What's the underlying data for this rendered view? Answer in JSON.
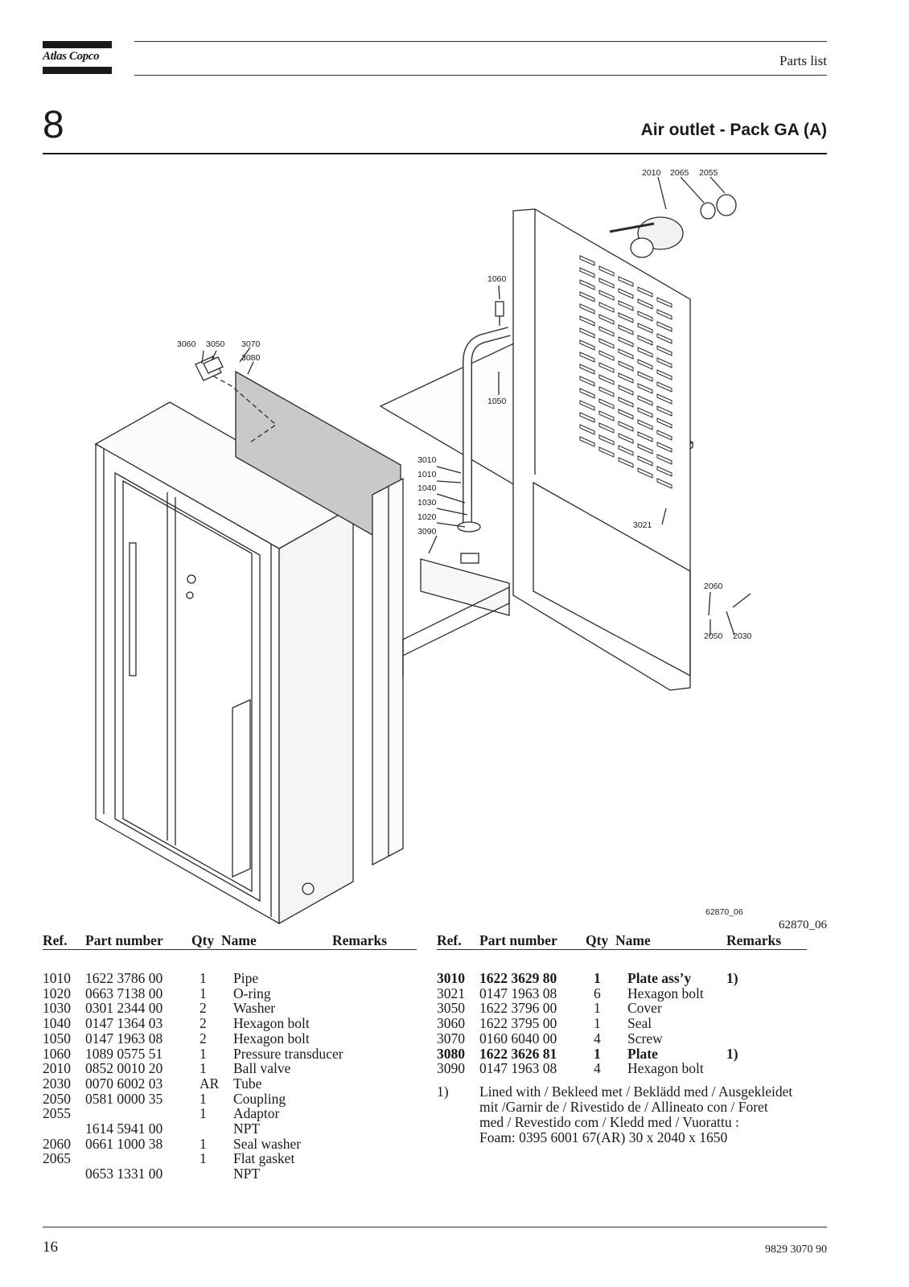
{
  "header": {
    "brand": "Atlas Copco",
    "section_label": "Parts list"
  },
  "section": {
    "number": "8",
    "title": "Air outlet - Pack GA (A)"
  },
  "drawing": {
    "callouts": [
      "2010",
      "2065",
      "2055",
      "1060",
      "3060",
      "3050",
      "3070",
      "3080",
      "1050",
      "3010",
      "1010",
      "1040",
      "1030",
      "1020",
      "3090",
      "3021",
      "2060",
      "2050",
      "2030"
    ],
    "figure_ref_small": "62870_06",
    "figure_ref": "62870_06"
  },
  "table_headers": {
    "ref": "Ref.",
    "part_number": "Part number",
    "qty": "Qty",
    "name": "Name",
    "remarks": "Remarks"
  },
  "parts_left": [
    {
      "ref": "1010",
      "part": "1622 3786 00",
      "qty": "1",
      "name": "Pipe",
      "remarks": ""
    },
    {
      "ref": "1020",
      "part": "0663 7138 00",
      "qty": "1",
      "name": "O-ring",
      "remarks": ""
    },
    {
      "ref": "1030",
      "part": "0301 2344 00",
      "qty": "2",
      "name": "Washer",
      "remarks": ""
    },
    {
      "ref": "1040",
      "part": "0147 1364 03",
      "qty": "2",
      "name": "Hexagon bolt",
      "remarks": ""
    },
    {
      "ref": "1050",
      "part": "0147 1963 08",
      "qty": "2",
      "name": "Hexagon bolt",
      "remarks": ""
    },
    {
      "ref": "1060",
      "part": "1089 0575 51",
      "qty": "1",
      "name": "Pressure transducer",
      "remarks": ""
    },
    {
      "ref": "2010",
      "part": "0852 0010 20",
      "qty": "1",
      "name": "Ball valve",
      "remarks": ""
    },
    {
      "ref": "2030",
      "part": "0070 6002 03",
      "qty": "AR",
      "name": "Tube",
      "remarks": ""
    },
    {
      "ref": "2050",
      "part": "0581 0000 35",
      "qty": "1",
      "name": "Coupling",
      "remarks": ""
    },
    {
      "ref": "2055",
      "part": "",
      "qty": "1",
      "name": "Adaptor",
      "remarks": ""
    },
    {
      "ref": "",
      "part": "1614 5941 00",
      "qty": "",
      "name": "NPT",
      "remarks": ""
    },
    {
      "ref": "2060",
      "part": "0661 1000 38",
      "qty": "1",
      "name": "Seal washer",
      "remarks": ""
    },
    {
      "ref": "2065",
      "part": "",
      "qty": "1",
      "name": "Flat gasket",
      "remarks": ""
    },
    {
      "ref": "",
      "part": "0653 1331 00",
      "qty": "",
      "name": "NPT",
      "remarks": ""
    }
  ],
  "parts_right": [
    {
      "ref": "3010",
      "part": "1622 3629 80",
      "qty": "1",
      "name": "Plate ass’y",
      "remarks": "1)",
      "bold": true
    },
    {
      "ref": "3021",
      "part": "0147 1963 08",
      "qty": "6",
      "name": "Hexagon bolt",
      "remarks": "",
      "bold": false
    },
    {
      "ref": "3050",
      "part": "1622 3796 00",
      "qty": "1",
      "name": "Cover",
      "remarks": "",
      "bold": false
    },
    {
      "ref": "3060",
      "part": "1622 3795 00",
      "qty": "1",
      "name": "Seal",
      "remarks": "",
      "bold": false
    },
    {
      "ref": "3070",
      "part": "0160 6040 00",
      "qty": "4",
      "name": "Screw",
      "remarks": "",
      "bold": false
    },
    {
      "ref": "3080",
      "part": "1622 3626 81",
      "qty": "1",
      "name": "Plate",
      "remarks": "1)",
      "bold": true
    },
    {
      "ref": "3090",
      "part": "0147 1963 08",
      "qty": "4",
      "name": "Hexagon bolt",
      "remarks": "",
      "bold": false
    }
  ],
  "footnote": {
    "marker": "1)",
    "lines": [
      "Lined with  / Bekleed met / Beklädd med  / Ausgekleidet",
      "mit  /Garnir de / Rivestido de / Allineato con    / Foret",
      "med / Revestido com / Kledd med / Vuorattu :",
      "Foam: 0395 6001 67(AR) 30 x 2040 x 1650"
    ]
  },
  "footer": {
    "page_number": "16",
    "document_number": "9829 3070 90"
  }
}
